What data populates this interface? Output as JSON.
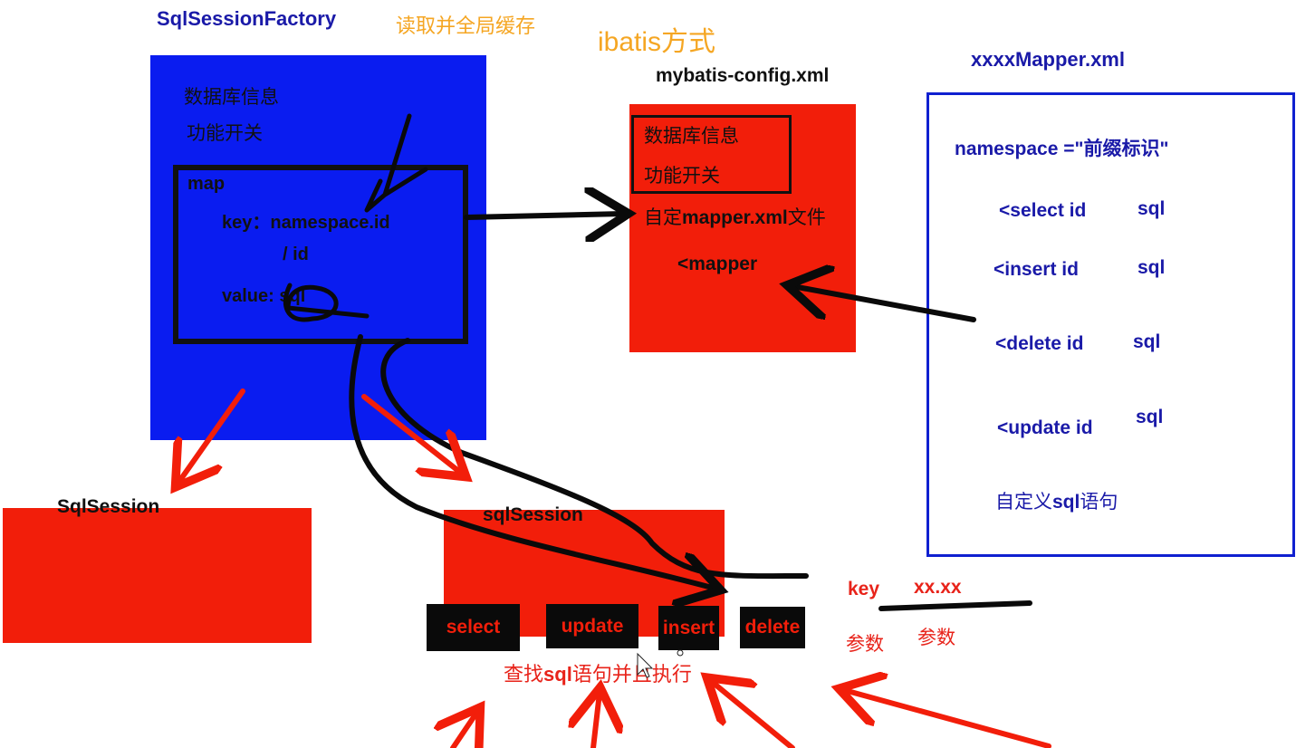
{
  "header": {
    "factory_title": "SqlSessionFactory",
    "factory_note": "读取并全局缓存",
    "ibatis_note": "ibatis方式"
  },
  "factory": {
    "db_info": "数据库信息",
    "feature_switch": "功能开关",
    "map_label": "map",
    "key_label": "key：namespace.id",
    "id_label": "/  id",
    "value_label": "value: sql"
  },
  "config": {
    "title": "mybatis-config.xml",
    "db_info": "数据库信息",
    "feature_switch": "功能开关",
    "custom_mapper_prefix": "自定",
    "custom_mapper_mid": "mapper.xml",
    "custom_mapper_suffix": "文件",
    "mapper_tag": "<mapper"
  },
  "mapper_xml": {
    "title": "xxxxMapper.xml",
    "namespace_prefix": "namespace =\"",
    "namespace_cn": "前缀标识",
    "namespace_suffix": "\"",
    "rows": [
      {
        "tag": "<select  id",
        "sql": "sql"
      },
      {
        "tag": "<insert   id",
        "sql": "sql"
      },
      {
        "tag": "<delete  id",
        "sql": "sql"
      },
      {
        "tag": "<update id",
        "sql": "sql"
      }
    ],
    "custom_sql_prefix": "自定义",
    "custom_sql_mid": "sql",
    "custom_sql_suffix": "语句"
  },
  "session": {
    "left_title": "SqlSession",
    "mid_title": "sqlSession",
    "ops": [
      "select",
      "update",
      "insert",
      "delete"
    ],
    "find_exec_prefix": "查找",
    "find_exec_mid": "sql",
    "find_exec_suffix": "语句并且执行"
  },
  "params": {
    "key_label": "key",
    "key_value": "xx.xx",
    "param_label": "参数",
    "param_value": "参数"
  },
  "colors": {
    "blue": "#0a1cf0",
    "red": "#f21e0a",
    "black": "#0a0a0a",
    "orange": "#f5a623"
  }
}
